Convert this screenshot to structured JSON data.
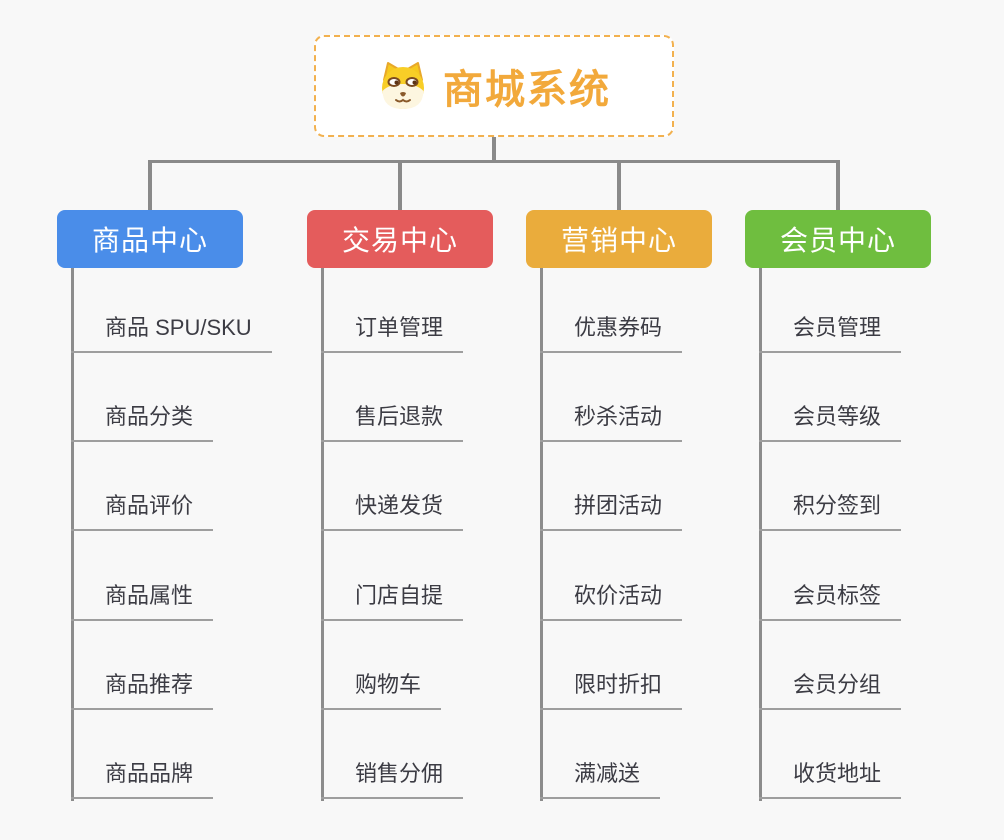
{
  "root": {
    "label": "商城系统",
    "icon": "dog-face-icon",
    "accent_color": "#F2A93B",
    "border_color": "#F2B14F"
  },
  "branches": [
    {
      "id": "product-center",
      "label": "商品中心",
      "color": "#4A8DE9",
      "children": [
        "商品 SPU/SKU",
        "商品分类",
        "商品评价",
        "商品属性",
        "商品推荐",
        "商品品牌"
      ]
    },
    {
      "id": "trade-center",
      "label": "交易中心",
      "color": "#E45C5C",
      "children": [
        "订单管理",
        "售后退款",
        "快递发货",
        "门店自提",
        "购物车",
        "销售分佣"
      ]
    },
    {
      "id": "marketing-center",
      "label": "营销中心",
      "color": "#EAAC3C",
      "children": [
        "优惠券码",
        "秒杀活动",
        "拼团活动",
        "砍价活动",
        "限时折扣",
        "满减送"
      ]
    },
    {
      "id": "member-center",
      "label": "会员中心",
      "color": "#6FBE3F",
      "children": [
        "会员管理",
        "会员等级",
        "积分签到",
        "会员标签",
        "会员分组",
        "收货地址"
      ]
    }
  ],
  "connector_color": "#8A8A8A",
  "leaf_line_color": "#9E9E9E",
  "background_color": "#F8F8F8"
}
